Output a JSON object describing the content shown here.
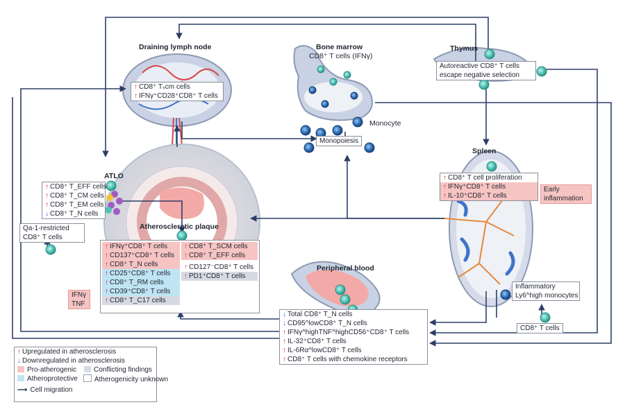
{
  "organs": {
    "lymph_node": "Draining lymph node",
    "bone_marrow": "Bone marrow",
    "bone_marrow_sub": "CD8⁺ T cells (IFNγ)",
    "thymus": "Thymus",
    "spleen": "Spleen",
    "atlo": "ATLO",
    "plaque": "Atherosclerotic plaque",
    "peripheral_blood": "Peripheral blood"
  },
  "lymph_node_box": [
    "CD8⁺ Tₛcm cells",
    "IFNγ⁺CD28⁺CD8⁺ T cells"
  ],
  "thymus_box": [
    "Autoreactive CD8⁺ T cells",
    "escape negative selection"
  ],
  "monocyte_label": "Monocyte",
  "monopoiesis_label": "Monopoiesis",
  "spleen_box": [
    "CD8⁺ T cell proliferation",
    "IFNγ⁺CD8⁺ T cells",
    "IL-10⁺CD8⁺ T cells"
  ],
  "early_inflammation": [
    "Early",
    "inflammation"
  ],
  "atlo_box": [
    "CD8⁺ T_EFF cells",
    "CD8⁺ T_CM cells",
    "CD8⁺ T_EM cells",
    "CD8⁺ T_N cells"
  ],
  "qa1_box": [
    "Qa-1-restricted",
    "CD8⁺ T cells"
  ],
  "plaque_left": [
    "IFNγ⁺CD8⁺ T cells",
    "CD137⁺CD8⁺ T cells",
    "CD8⁺ T_N cells",
    "CD25⁺CD8⁺ T cells",
    "CD8⁺ T_RM cells",
    "CD39⁺CD8⁺ T cells",
    "CD8⁺ T_C17 cells"
  ],
  "plaque_right": [
    "CD8⁺ T_SCM cells",
    "CD8⁺ T_EFF cells",
    "CD127⁻CD8⁺ T cells",
    "PD1⁺CD8⁺ T cells"
  ],
  "ifn_tnf": [
    "IFNγ",
    "TNF"
  ],
  "blood_box": [
    "Total CD8⁺ T_N cells",
    "CD95^lowCD8⁺ T_N cells",
    "IFNγ^highTNF^highCD56⁺CD8⁺ T cells",
    "IL-32⁺CD8⁺ T cells",
    "IL-6Rα^lowCD8⁺ T cells",
    "CD8⁺ T cells with chemokine receptors"
  ],
  "inflammatory_box": [
    "Inflammatory",
    "Ly6^high monocytes"
  ],
  "cd8_box": "CD8⁺ T cells",
  "legend": {
    "up": "Upregulated in atherosclerosis",
    "down": "Downregulated in atherosclerosis",
    "pro": "Pro-atherogenic",
    "protective": "Atheroprotective",
    "conflicting": "Conflicting findings",
    "unknown": "Atherogenicity unknown",
    "migration": "Cell migration"
  },
  "colors": {
    "pro": "#f6c4c2",
    "protective": "#bfe4f3",
    "conflicting": "#d6dae3",
    "arrow": "#2c3e66",
    "cell": "#4fc3b5"
  }
}
